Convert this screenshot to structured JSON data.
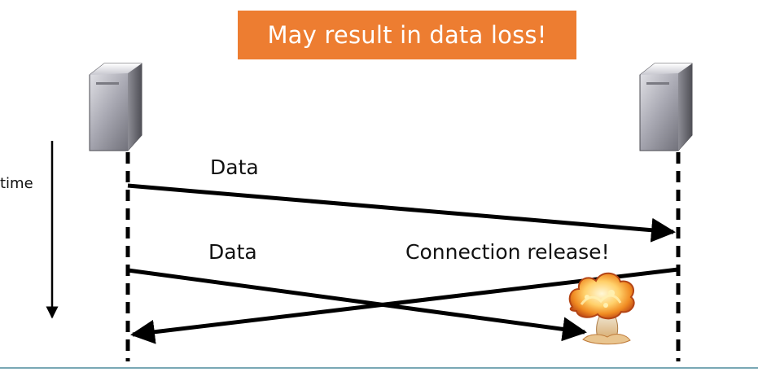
{
  "banner": {
    "text": "May result in data loss!",
    "color": "#ed7d31"
  },
  "labels": {
    "time": "time",
    "data_first": "Data",
    "data_second": "Data",
    "connection_release": "Connection release!"
  },
  "icons": {
    "left_server": "server-icon",
    "right_server": "server-icon",
    "lost_data": "explosion-icon"
  },
  "colors": {
    "line": "#000000",
    "footer_line": "#79a8b5"
  }
}
